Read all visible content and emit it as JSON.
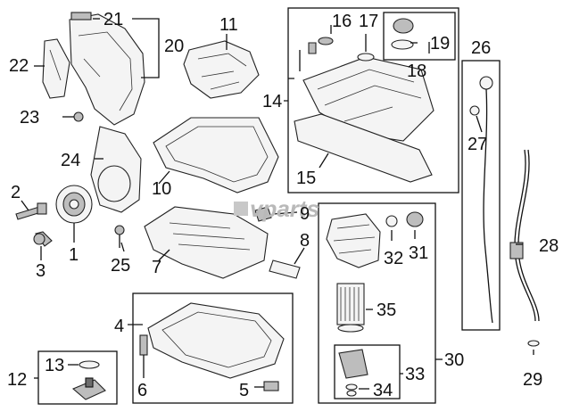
{
  "watermark": "vparts",
  "callouts": {
    "c1": "1",
    "c2": "2",
    "c3": "3",
    "c4": "4",
    "c5": "5",
    "c6": "6",
    "c7": "7",
    "c8": "8",
    "c9": "9",
    "c10": "10",
    "c11": "11",
    "c12": "12",
    "c13": "13",
    "c14": "14",
    "c15": "15",
    "c16": "16",
    "c17": "17",
    "c18": "18",
    "c19": "19",
    "c20": "20",
    "c21": "21",
    "c22": "22",
    "c23": "23",
    "c24": "24",
    "c25": "25",
    "c26": "26",
    "c27": "27",
    "c28": "28",
    "c29": "29",
    "c30": "30",
    "c31": "31",
    "c32": "32",
    "c33": "33",
    "c34": "34",
    "c35": "35"
  }
}
